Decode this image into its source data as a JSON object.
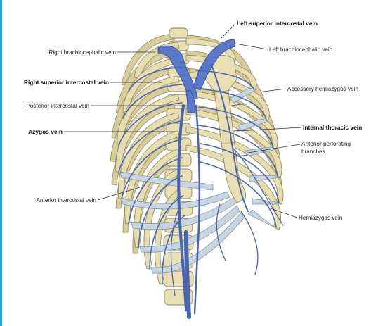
{
  "labels": {
    "left_superior_intercostal_vein": "Left superior intercostal vein",
    "right_brachiocephalic_vein": "Right brachiocephalic vein",
    "left_brachiocephalic_vein": "Left brachiocephalic vein",
    "right_superior_intercostal_vein": "Right superior intercostal vein",
    "accessory_hemiazygos_vein": "Accessory hemiazygos vein",
    "posterior_intercostal_vein": "Posterior intercostal vein",
    "internal_thoracic_vein": "Internal thoracic vein",
    "azygos_vein": "Azygos vein",
    "anterior_perforating_branches_1": "Anterior perforating",
    "anterior_perforating_branches_2": "branches",
    "anterior_intercostal_vein": "Anterior intercostal vein",
    "hemiazygos_vein": "Hemiazygos vein"
  },
  "colors": {
    "accent_border": "#1fa3d6",
    "bone": "#e7deb0",
    "cartilage": "#c8d6e2",
    "vein": "#4a65b0"
  }
}
